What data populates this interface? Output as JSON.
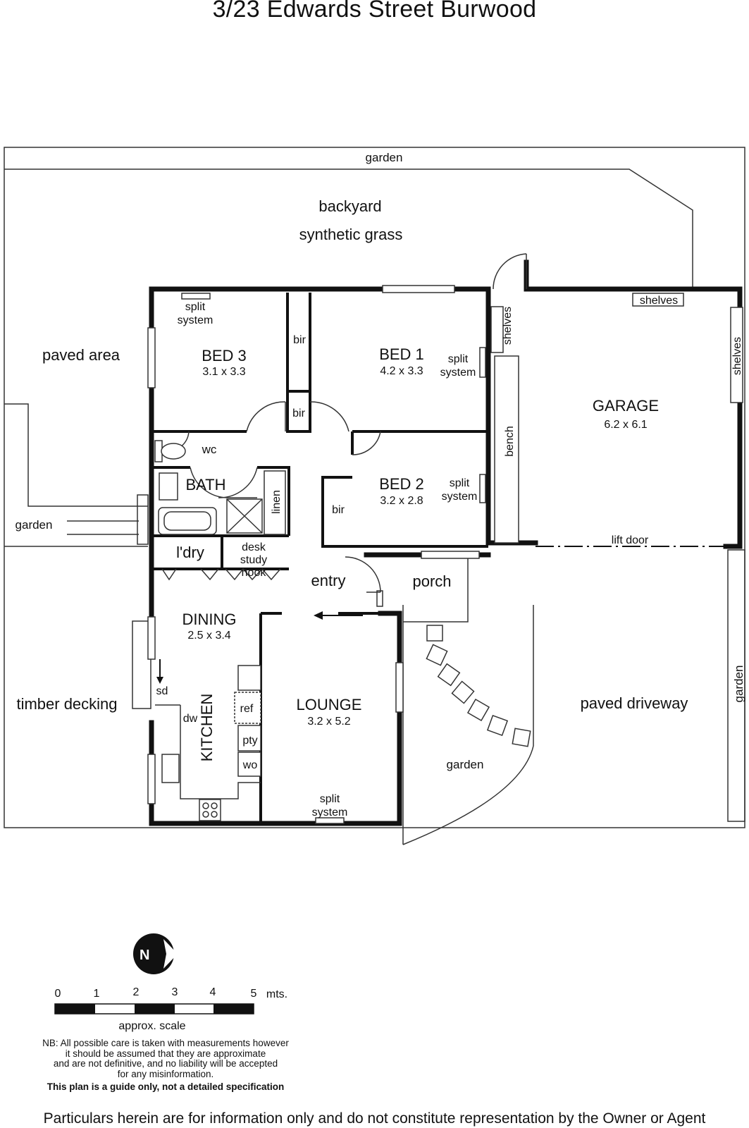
{
  "title": "3/23 Edwards Street Burwood",
  "rooms": {
    "bed3": {
      "name": "BED 3",
      "dim": "3.1 x 3.3"
    },
    "bed1": {
      "name": "BED 1",
      "dim": "4.2 x 3.3"
    },
    "bed2": {
      "name": "BED 2",
      "dim": "3.2 x 2.8"
    },
    "garage": {
      "name": "GARAGE",
      "dim": "6.2 x 6.1"
    },
    "dining": {
      "name": "DINING",
      "dim": "2.5 x 3.4"
    },
    "lounge": {
      "name": "LOUNGE",
      "dim": "3.2 x 5.2"
    },
    "bath": {
      "name": "BATH"
    },
    "kitchen": {
      "name": "KITCHEN"
    },
    "laundry": {
      "name": "l'dry"
    },
    "wc": {
      "name": "wc"
    },
    "entry": {
      "name": "entry"
    },
    "porch": {
      "name": "porch"
    }
  },
  "labels": {
    "garden": "garden",
    "backyard": "backyard",
    "synthetic_grass": "synthetic grass",
    "paved_area": "paved area",
    "timber_decking": "timber decking",
    "paved_driveway": "paved driveway",
    "split": "split",
    "system": "system",
    "bir": "bir",
    "shelves": "shelves",
    "bench": "bench",
    "lift_door": "lift door",
    "linen": "linen",
    "desk": "desk",
    "study": "study",
    "nook": "nook",
    "sd": "sd",
    "dw": "dw",
    "ref": "ref",
    "pty": "pty",
    "wo": "wo"
  },
  "compass": {
    "letter": "N"
  },
  "scale": {
    "ticks": [
      "0",
      "1",
      "2",
      "3",
      "4",
      "5"
    ],
    "unit": "mts.",
    "caption": "approx. scale"
  },
  "disclaimer": {
    "nb": [
      "NB: All possible care is taken with measurements however",
      "it should be assumed that they are approximate",
      "and are not definitive, and no liability will be accepted",
      "for any misinformation."
    ],
    "guide": "This plan is a guide only, not a detailed specification"
  },
  "footer": "Particulars herein are for information only and do not constitute representation by the Owner or Agent",
  "colors": {
    "wall": "#111111",
    "line": "#333333",
    "background": "#ffffff"
  }
}
